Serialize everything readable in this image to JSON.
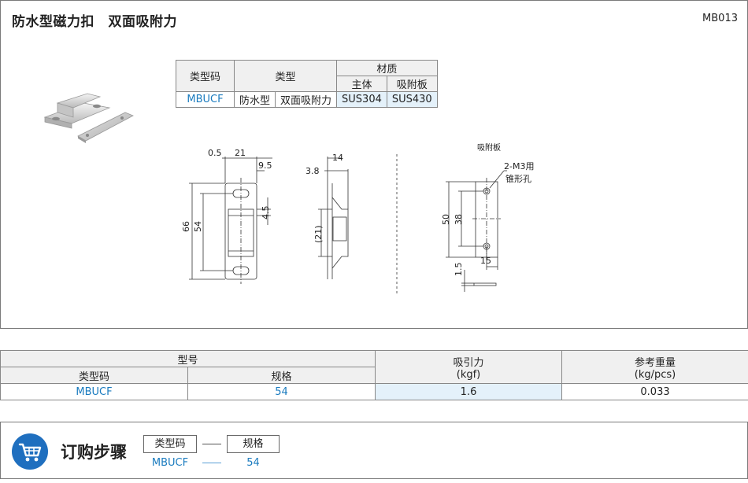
{
  "header": {
    "title": "防水型磁力扣　双面吸附力",
    "code": "MB013"
  },
  "spec_table": {
    "col_type_code": "类型码",
    "col_type": "类型",
    "col_material": "材质",
    "col_body": "主体",
    "col_plate": "吸附板",
    "row": {
      "type_code": "MBUCF",
      "type1": "防水型",
      "type2": "双面吸附力",
      "body": "SUS304",
      "plate": "SUS430"
    }
  },
  "drawing": {
    "front_dims": {
      "d1": "0.5",
      "d2": "21",
      "d3": "9.5",
      "d4": "4.5",
      "d5": "66",
      "d6": "54"
    },
    "side_dims": {
      "d1": "3.8",
      "d2": "14",
      "d3": "(21)"
    },
    "plate_title": "吸附板",
    "plate_note_line1": "2-M3用",
    "plate_note_line2": "锥形孔",
    "plate_dims": {
      "d1": "50",
      "d2": "38",
      "d3": "15",
      "d4": "1.5"
    }
  },
  "model_table": {
    "h_model": "型号",
    "h_force": "吸引力",
    "h_force_unit": "(kgf)",
    "h_weight": "参考重量",
    "h_weight_unit": "(kg/pcs)",
    "h_type_code": "类型码",
    "h_spec": "规格",
    "row": {
      "type_code": "MBUCF",
      "spec": "54",
      "force": "1.6",
      "weight": "0.033"
    }
  },
  "order": {
    "title": "订购步骤",
    "box1": "类型码",
    "box2": "规格",
    "val1": "MBUCF",
    "val2": "54"
  },
  "colors": {
    "accent_blue": "#1a7bbf",
    "cart_bg": "#1f6fbf",
    "highlight_bg": "#e4f1fa"
  }
}
